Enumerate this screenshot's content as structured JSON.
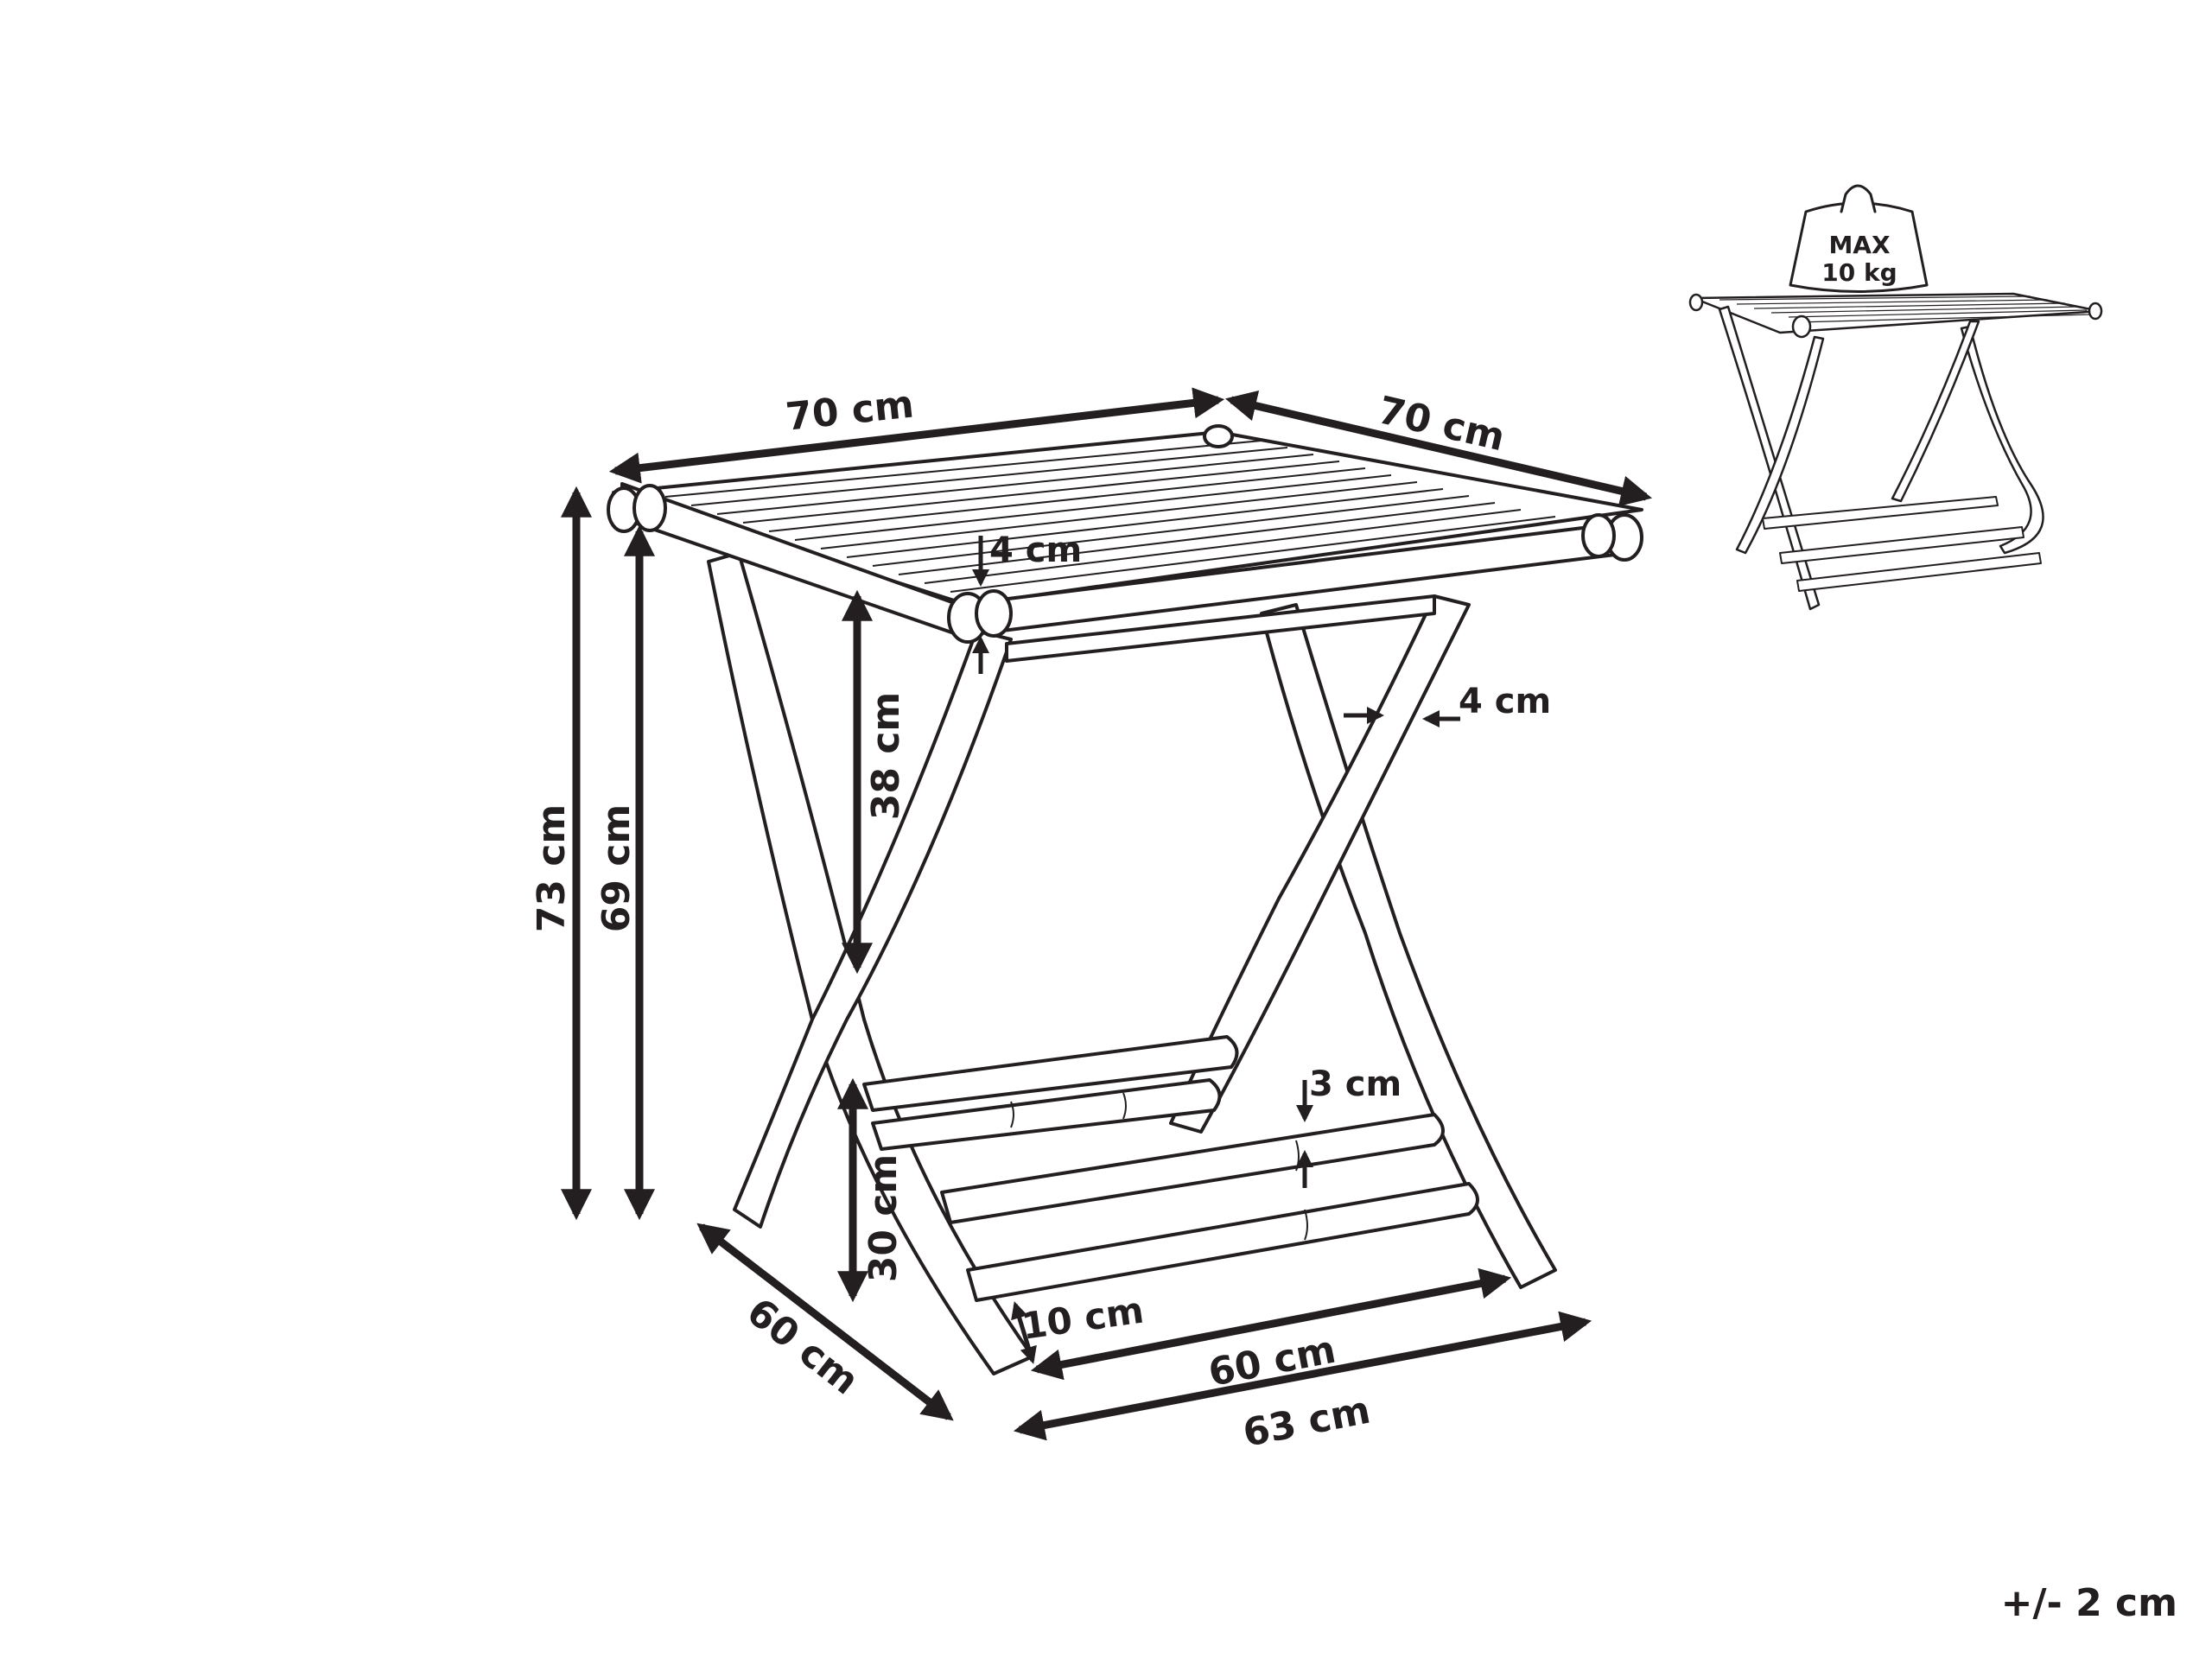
{
  "diagram": {
    "type": "product dimension drawing",
    "subject": "folding bamboo side table",
    "dimensions": {
      "top_width": "70 cm",
      "top_depth": "70 cm",
      "total_height": "73 cm",
      "frame_height": "69 cm",
      "top_frame_thickness": "4 cm",
      "leg_width": "4 cm",
      "upper_clearance": "38 cm",
      "lower_shelf_height": "30 cm",
      "shelf_rail_thickness": "3 cm",
      "foot_offset": "10 cm",
      "base_depth": "60 cm",
      "inner_base_width": "60 cm",
      "outer_base_width": "63 cm"
    },
    "load_badge": {
      "line1": "MAX",
      "line2": "10 kg"
    },
    "tolerance": "+/- 2 cm"
  },
  "colors": {
    "ink": "#231f20",
    "background": "#ffffff"
  }
}
